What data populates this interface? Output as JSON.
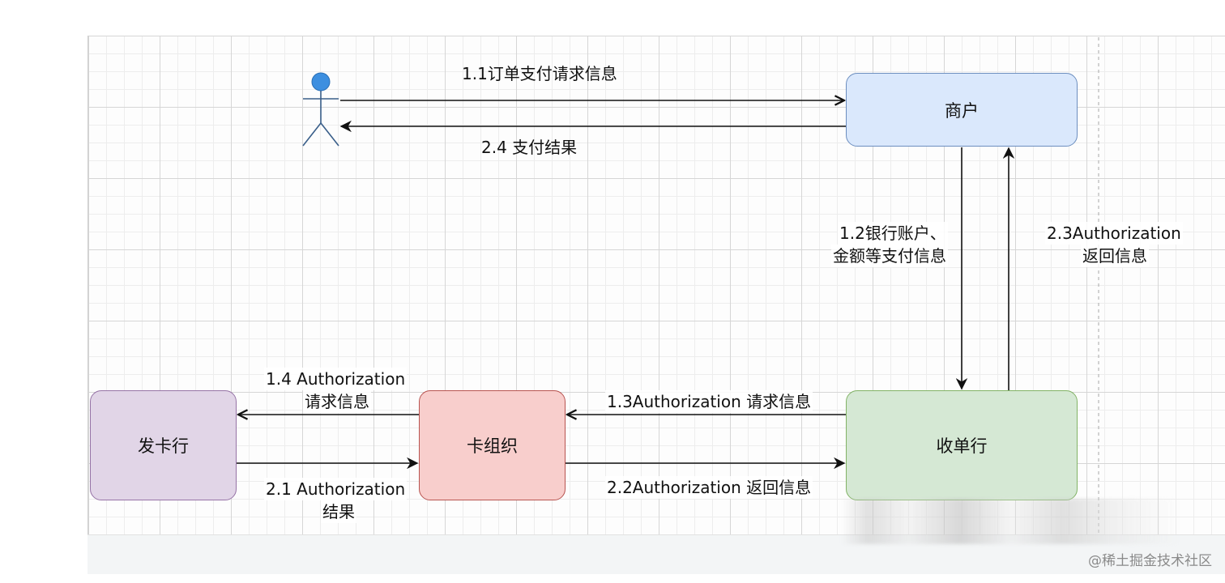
{
  "nodes": {
    "merchant": "商户",
    "acquirer": "收单行",
    "card_org": "卡组织",
    "issuer": "发卡行"
  },
  "labels": {
    "step_1_1": "1.1订单支付请求信息",
    "step_2_4": "2.4 支付结果",
    "step_1_2_line1": "1.2银行账户、",
    "step_1_2_line2": "金额等支付信息",
    "step_2_3_line1": "2.3Authorization",
    "step_2_3_line2": "返回信息",
    "step_1_3": "1.3Authorization 请求信息",
    "step_2_2": "2.2Authorization 返回信息",
    "step_1_4_line1": "1.4 Authorization",
    "step_1_4_line2": "请求信息",
    "step_2_1_line1": "2.1 Authorization",
    "step_2_1_line2": "结果"
  },
  "watermark": "@稀土掘金技术社区",
  "colors": {
    "actor_head": "#3d8fe0",
    "merchant_fill": "#dae8fc",
    "acquirer_fill": "#d5e8d4",
    "card_org_fill": "#f8cecc",
    "issuer_fill": "#e1d5e7"
  }
}
